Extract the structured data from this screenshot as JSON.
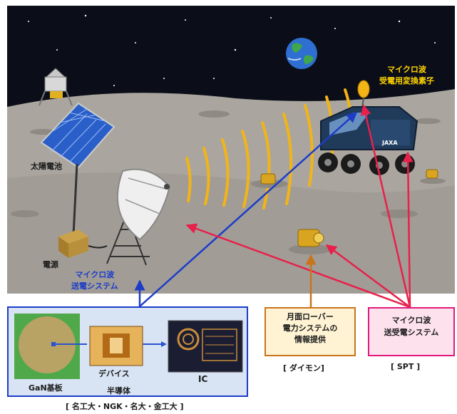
{
  "labels": {
    "solar_panel": "太陽電池",
    "power_source": "電源",
    "mw_transmit_line1": "マイクロ波",
    "mw_transmit_line2": "送電システム",
    "mw_receive_line1": "マイクロ波",
    "mw_receive_line2": "受電用変換素子",
    "rover_logo": "JAXA"
  },
  "box_left": {
    "gan_label": "GaN基板",
    "device_label": "デバイス",
    "semiconductor_label": "半導体",
    "ic_label": "IC",
    "source": "[ 名工大・NGK・名大・金工大 ]"
  },
  "box_mid": {
    "line1": "月面ローバー",
    "line2": "電力システムの",
    "line3": "情報提供",
    "source": "[ ダイモン]"
  },
  "box_right": {
    "line1": "マイクロ波",
    "line2": "送受電システム",
    "source": "[ SPT ]"
  },
  "colors": {
    "space": "#0c0f1a",
    "lunar_surface": "#a8a49d",
    "microwave_beam": "#f2b416",
    "blue_arrow": "#1c3cc8",
    "red_arrow": "#e8204a",
    "brown_arrow": "#c9741b",
    "rover_body": "#203a5a"
  }
}
